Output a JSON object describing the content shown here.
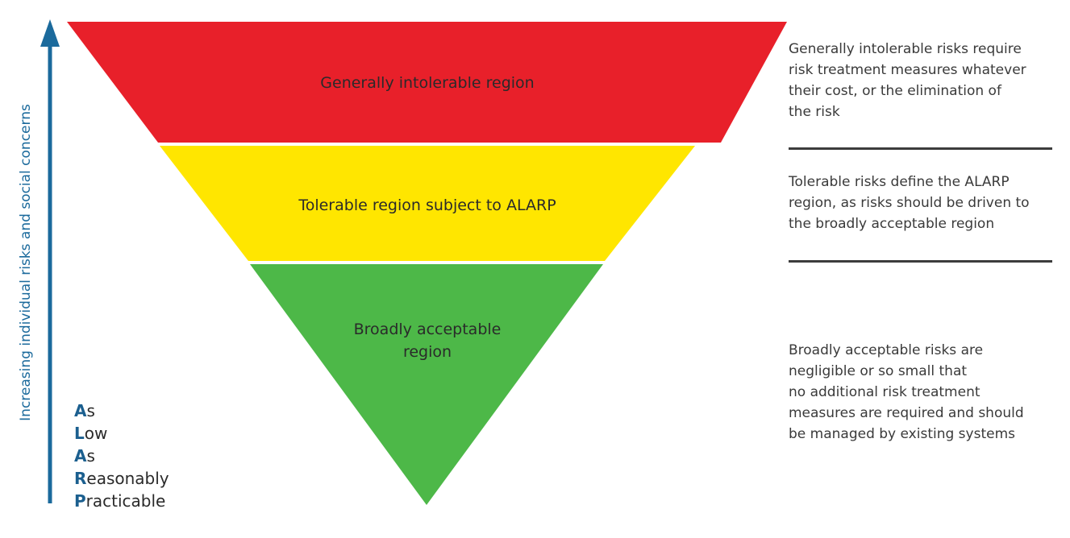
{
  "colors": {
    "intolerable": "#e8202a",
    "tolerable": "#ffe600",
    "acceptable": "#4db848",
    "arrow": "#1b6a9c",
    "acronym_initials": "#1b5f8f"
  },
  "axis": {
    "label": "Increasing individual risks and social concerns"
  },
  "regions": {
    "intolerable": {
      "label": "Generally intolerable region"
    },
    "tolerable": {
      "label": "Tolerable region subject to ALARP"
    },
    "acceptable": {
      "label_line1": "Broadly acceptable",
      "label_line2": "region"
    }
  },
  "descriptions": {
    "intolerable": {
      "lines": [
        "Generally intolerable risks require",
        "risk treatment measures whatever",
        "their cost, or the elimination of",
        "the risk"
      ]
    },
    "tolerable": {
      "lines": [
        "Tolerable risks define the ALARP",
        "region, as risks should be driven to",
        "the broadly acceptable region"
      ]
    },
    "acceptable": {
      "lines": [
        "Broadly acceptable risks are",
        "negligible or so small that",
        "no additional risk treatment",
        "measures are required and should",
        "be managed by existing systems"
      ]
    }
  },
  "acronym": [
    {
      "initial": "A",
      "rest": "s"
    },
    {
      "initial": "L",
      "rest": "ow"
    },
    {
      "initial": "A",
      "rest": "s"
    },
    {
      "initial": "R",
      "rest": "easonably"
    },
    {
      "initial": "P",
      "rest": "racticable"
    }
  ]
}
